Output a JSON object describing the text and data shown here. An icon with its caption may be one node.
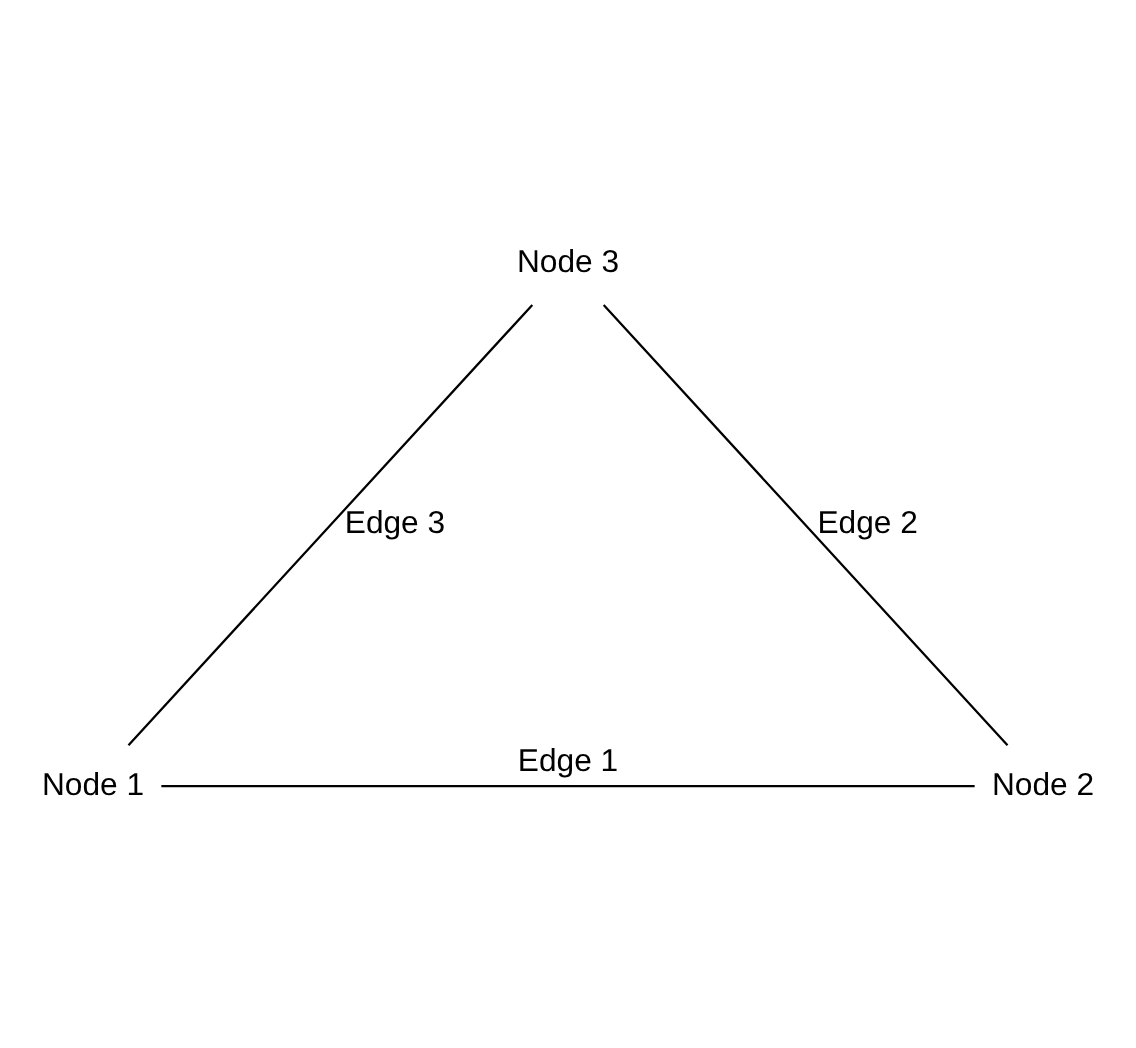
{
  "diagram": {
    "nodes": [
      {
        "text": [
          "Node 3"
        ]
      },
      {
        "text": [
          "Node 1"
        ]
      },
      {
        "text": [
          "Node 2"
        ]
      }
    ],
    "edges": [
      {
        "from": 1,
        "to": 2,
        "arrow": "none",
        "label": "Edge 1"
      },
      {
        "from": 2,
        "to": 0,
        "arrow": "none",
        "label": "Edge 2"
      },
      {
        "from": 0,
        "to": 1,
        "arrow": "none",
        "label": "Edge 3"
      }
    ]
  }
}
